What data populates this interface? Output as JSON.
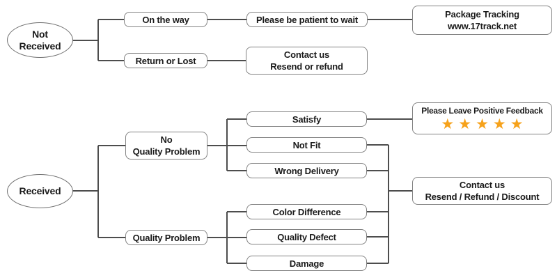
{
  "flowchart": {
    "colors": {
      "line": "#4d4d4d",
      "box_border": "#828282",
      "star": "#F6A21B",
      "text": "#1a1a1a",
      "background": "#ffffff"
    },
    "not_received": {
      "lines": [
        "Not",
        "Received"
      ]
    },
    "on_the_way": {
      "label": "On the way"
    },
    "please_wait": {
      "label": "Please be patient to wait"
    },
    "package_tracking": {
      "lines": [
        "Package Tracking",
        "www.17track.net"
      ]
    },
    "return_or_lost": {
      "label": "Return or Lost"
    },
    "contact_resend": {
      "lines": [
        "Contact us",
        "Resend or refund"
      ]
    },
    "received": {
      "label": "Received"
    },
    "no_quality_problem": {
      "lines": [
        "No",
        "Quality Problem"
      ]
    },
    "quality_problem": {
      "label": "Quality Problem"
    },
    "satisfy": {
      "label": "Satisfy"
    },
    "not_fit": {
      "label": "Not Fit"
    },
    "wrong_delivery": {
      "label": "Wrong Delivery"
    },
    "color_difference": {
      "label": "Color Difference"
    },
    "quality_defect": {
      "label": "Quality Defect"
    },
    "damage": {
      "label": "Damage"
    },
    "positive_feedback": {
      "label": "Please Leave Positive Feedback",
      "star": "★",
      "star_count": 5
    },
    "contact_discount": {
      "lines": [
        "Contact us",
        "Resend / Refund / Discount"
      ]
    }
  }
}
